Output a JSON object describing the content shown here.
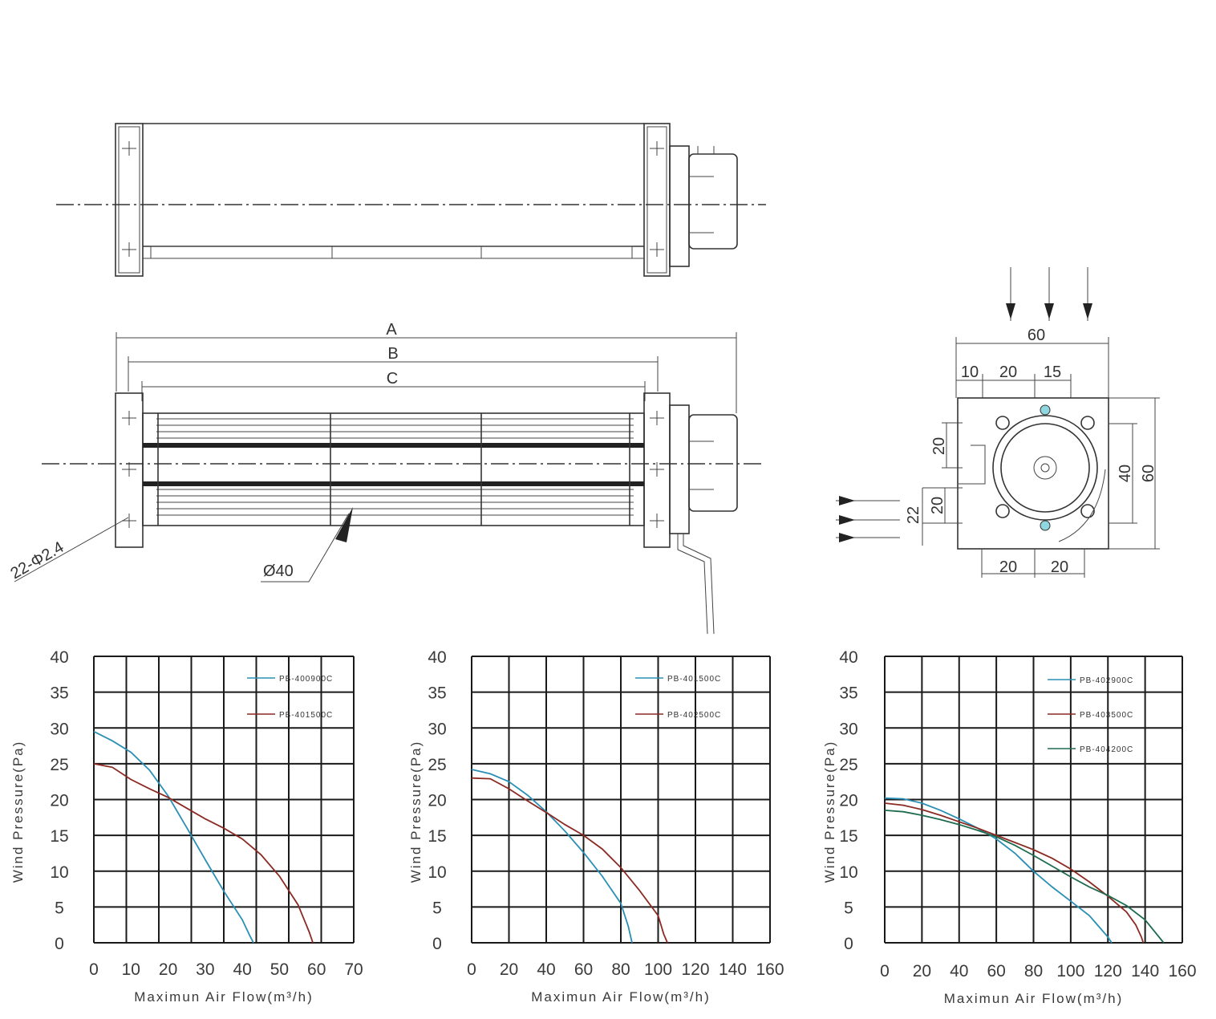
{
  "drawing": {
    "dimension_labels": {
      "overall_length": "A",
      "mid_length": "B",
      "impeller_length": "C",
      "mount_holes": "22-Φ2.4",
      "impeller_diameter": "Ø40",
      "width_top": "60",
      "offset_10": "10",
      "offset_20": "20",
      "offset_15": "15",
      "height_right": "60",
      "inner_40": "40",
      "left_20": "20",
      "left_22": "22",
      "bottom_20_a": "20",
      "bottom_20_b": "20",
      "left_20_lower": "20"
    }
  },
  "chart_data": [
    {
      "type": "line",
      "xlabel": "Maximun Air Flow(m³/h)",
      "ylabel": "Wind Pressure(Pa)",
      "xlim": [
        0,
        70
      ],
      "ylim": [
        0,
        40
      ],
      "xticks": [
        "0",
        "10",
        "20",
        "30",
        "40",
        "50",
        "60",
        "70"
      ],
      "yticks": [
        "0",
        "5",
        "10",
        "15",
        "20",
        "25",
        "30",
        "35",
        "40"
      ],
      "grid": true,
      "legend_position": "top-right",
      "series": [
        {
          "name": "PB-400900C",
          "color": "#2a8fb5",
          "points": [
            [
              0,
              29.5
            ],
            [
              5,
              28.2
            ],
            [
              10,
              26.6
            ],
            [
              15,
              24.1
            ],
            [
              20,
              20.5
            ],
            [
              25,
              16.1
            ],
            [
              30,
              11.6
            ],
            [
              35,
              7.2
            ],
            [
              40,
              3.2
            ],
            [
              42,
              1.0
            ],
            [
              43,
              0
            ]
          ]
        },
        {
          "name": "PB-401500C",
          "color": "#8b2a22",
          "points": [
            [
              0,
              25
            ],
            [
              5,
              24.5
            ],
            [
              10,
              22.8
            ],
            [
              15,
              21.5
            ],
            [
              20,
              20.3
            ],
            [
              25,
              18.8
            ],
            [
              30,
              17.3
            ],
            [
              35,
              16
            ],
            [
              40,
              14.5
            ],
            [
              45,
              12.3
            ],
            [
              50,
              9.3
            ],
            [
              55,
              5.3
            ],
            [
              58,
              1.5
            ],
            [
              59,
              0
            ]
          ]
        }
      ]
    },
    {
      "type": "line",
      "xlabel": "Maximun Air Flow(m³/h)",
      "ylabel": "Wind Pressure(Pa)",
      "xlim": [
        0,
        160
      ],
      "ylim": [
        0,
        40
      ],
      "xticks": [
        "0",
        "20",
        "40",
        "60",
        "80",
        "100",
        "120",
        "140",
        "160"
      ],
      "yticks": [
        "0",
        "5",
        "10",
        "15",
        "20",
        "25",
        "30",
        "35",
        "40"
      ],
      "grid": true,
      "legend_position": "top-right",
      "series": [
        {
          "name": "PB-401500C",
          "color": "#2a8fb5",
          "points": [
            [
              0,
              24.2
            ],
            [
              10,
              23.6
            ],
            [
              20,
              22.5
            ],
            [
              30,
              20.6
            ],
            [
              40,
              18.3
            ],
            [
              50,
              15.6
            ],
            [
              60,
              12.6
            ],
            [
              70,
              9.3
            ],
            [
              80,
              5.5
            ],
            [
              84,
              2.3
            ],
            [
              86,
              0
            ]
          ]
        },
        {
          "name": "PB-402500C",
          "color": "#8b2a22",
          "points": [
            [
              0,
              23
            ],
            [
              10,
              22.9
            ],
            [
              20,
              21.5
            ],
            [
              30,
              19.8
            ],
            [
              40,
              18.2
            ],
            [
              50,
              16.5
            ],
            [
              60,
              15
            ],
            [
              70,
              13.1
            ],
            [
              80,
              10.5
            ],
            [
              90,
              7.3
            ],
            [
              100,
              3.8
            ],
            [
              103,
              1.2
            ],
            [
              105,
              0
            ]
          ]
        }
      ]
    },
    {
      "type": "line",
      "xlabel": "Maximun Air Flow(m³/h)",
      "ylabel": "Wind Pressure(Pa)",
      "xlim": [
        0,
        160
      ],
      "ylim": [
        0,
        40
      ],
      "xticks": [
        "0",
        "20",
        "40",
        "60",
        "80",
        "100",
        "120",
        "140",
        "160"
      ],
      "yticks": [
        "0",
        "5",
        "10",
        "15",
        "20",
        "25",
        "30",
        "35",
        "40"
      ],
      "grid": true,
      "legend_position": "top-right",
      "series": [
        {
          "name": "PB-402900C",
          "color": "#2a8fb5",
          "points": [
            [
              0,
              20.2
            ],
            [
              10,
              20.1
            ],
            [
              20,
              19.5
            ],
            [
              30,
              18.5
            ],
            [
              40,
              17.3
            ],
            [
              50,
              16
            ],
            [
              60,
              14.5
            ],
            [
              70,
              12.5
            ],
            [
              80,
              10
            ],
            [
              90,
              7.8
            ],
            [
              100,
              5.8
            ],
            [
              110,
              3.8
            ],
            [
              115,
              2.3
            ],
            [
              120,
              0.8
            ],
            [
              122,
              0
            ]
          ]
        },
        {
          "name": "PB-403500C",
          "color": "#8b2a22",
          "points": [
            [
              0,
              19.5
            ],
            [
              10,
              19.2
            ],
            [
              20,
              18.6
            ],
            [
              30,
              17.8
            ],
            [
              40,
              16.9
            ],
            [
              50,
              16
            ],
            [
              60,
              15
            ],
            [
              70,
              14
            ],
            [
              80,
              13
            ],
            [
              90,
              11.8
            ],
            [
              100,
              10.3
            ],
            [
              110,
              8.5
            ],
            [
              120,
              6.5
            ],
            [
              130,
              4.3
            ],
            [
              135,
              2.5
            ],
            [
              138,
              0.8
            ],
            [
              139,
              0
            ]
          ]
        },
        {
          "name": "PB-404200C",
          "color": "#1e6b4e",
          "points": [
            [
              0,
              18.5
            ],
            [
              10,
              18.3
            ],
            [
              20,
              17.8
            ],
            [
              30,
              17.2
            ],
            [
              40,
              16.5
            ],
            [
              50,
              15.7
            ],
            [
              60,
              14.8
            ],
            [
              70,
              13.6
            ],
            [
              80,
              12.2
            ],
            [
              90,
              10.7
            ],
            [
              100,
              9.2
            ],
            [
              110,
              7.8
            ],
            [
              120,
              6.6
            ],
            [
              130,
              5.2
            ],
            [
              140,
              3.2
            ],
            [
              145,
              1.6
            ],
            [
              150,
              0
            ]
          ]
        }
      ]
    }
  ]
}
